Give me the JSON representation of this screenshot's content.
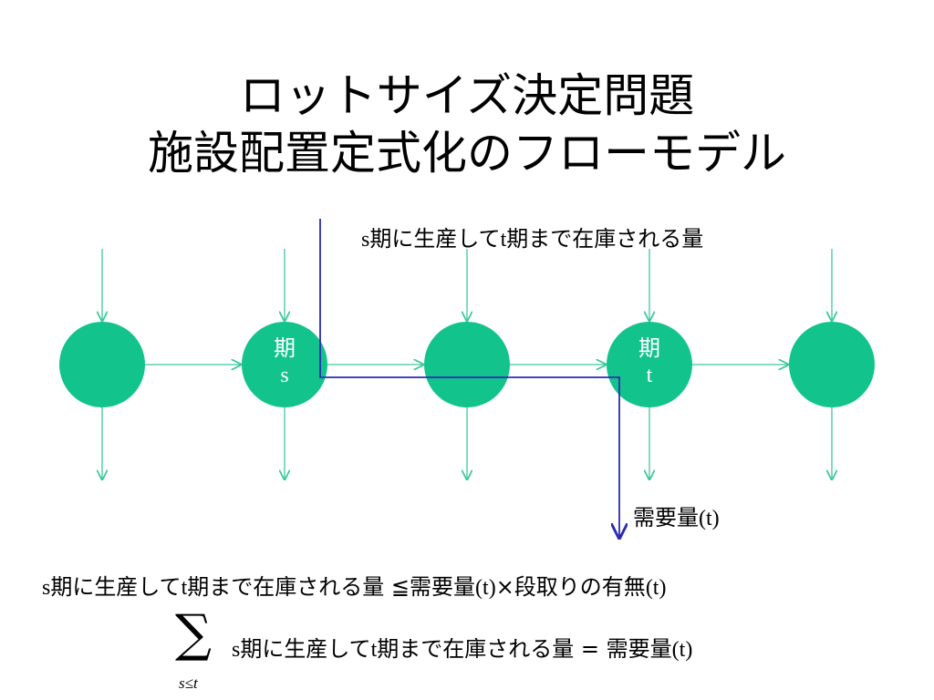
{
  "title": {
    "line1": "ロットサイズ決定問題",
    "line2": "施設配置定式化のフローモデル"
  },
  "diagram": {
    "node_color": "#13c38c",
    "edge_color": "#3cc89a",
    "path_color": "#2b2bb5",
    "nodes": [
      {
        "id": "node-1",
        "label_top": "",
        "label_bottom": ""
      },
      {
        "id": "node-s",
        "label_top": "期",
        "label_bottom": "s"
      },
      {
        "id": "node-3",
        "label_top": "",
        "label_bottom": ""
      },
      {
        "id": "node-t",
        "label_top": "期",
        "label_bottom": "t"
      },
      {
        "id": "node-5",
        "label_top": "",
        "label_bottom": ""
      }
    ],
    "path_label": {
      "prefix": "s",
      "mid": "期に生産して",
      "t": "t",
      "rest": "期まで在庫される量"
    },
    "demand_label": {
      "text": "需要量",
      "arg": "(t)"
    }
  },
  "formulas": {
    "constraint": {
      "s": "s",
      "a": "期に生産して",
      "t": "t",
      "b": "期まで在庫される量 ≦需要量",
      "arg": "(t)",
      "c": "×段取りの有無",
      "arg2": "(t)"
    },
    "balance": {
      "sum_symbol": "∑",
      "sum_sub": "s≤t",
      "s": "s",
      "a": "期に生産して",
      "t": "t",
      "b": "期まで在庫される量 = 需要量",
      "arg": "(t)"
    }
  }
}
